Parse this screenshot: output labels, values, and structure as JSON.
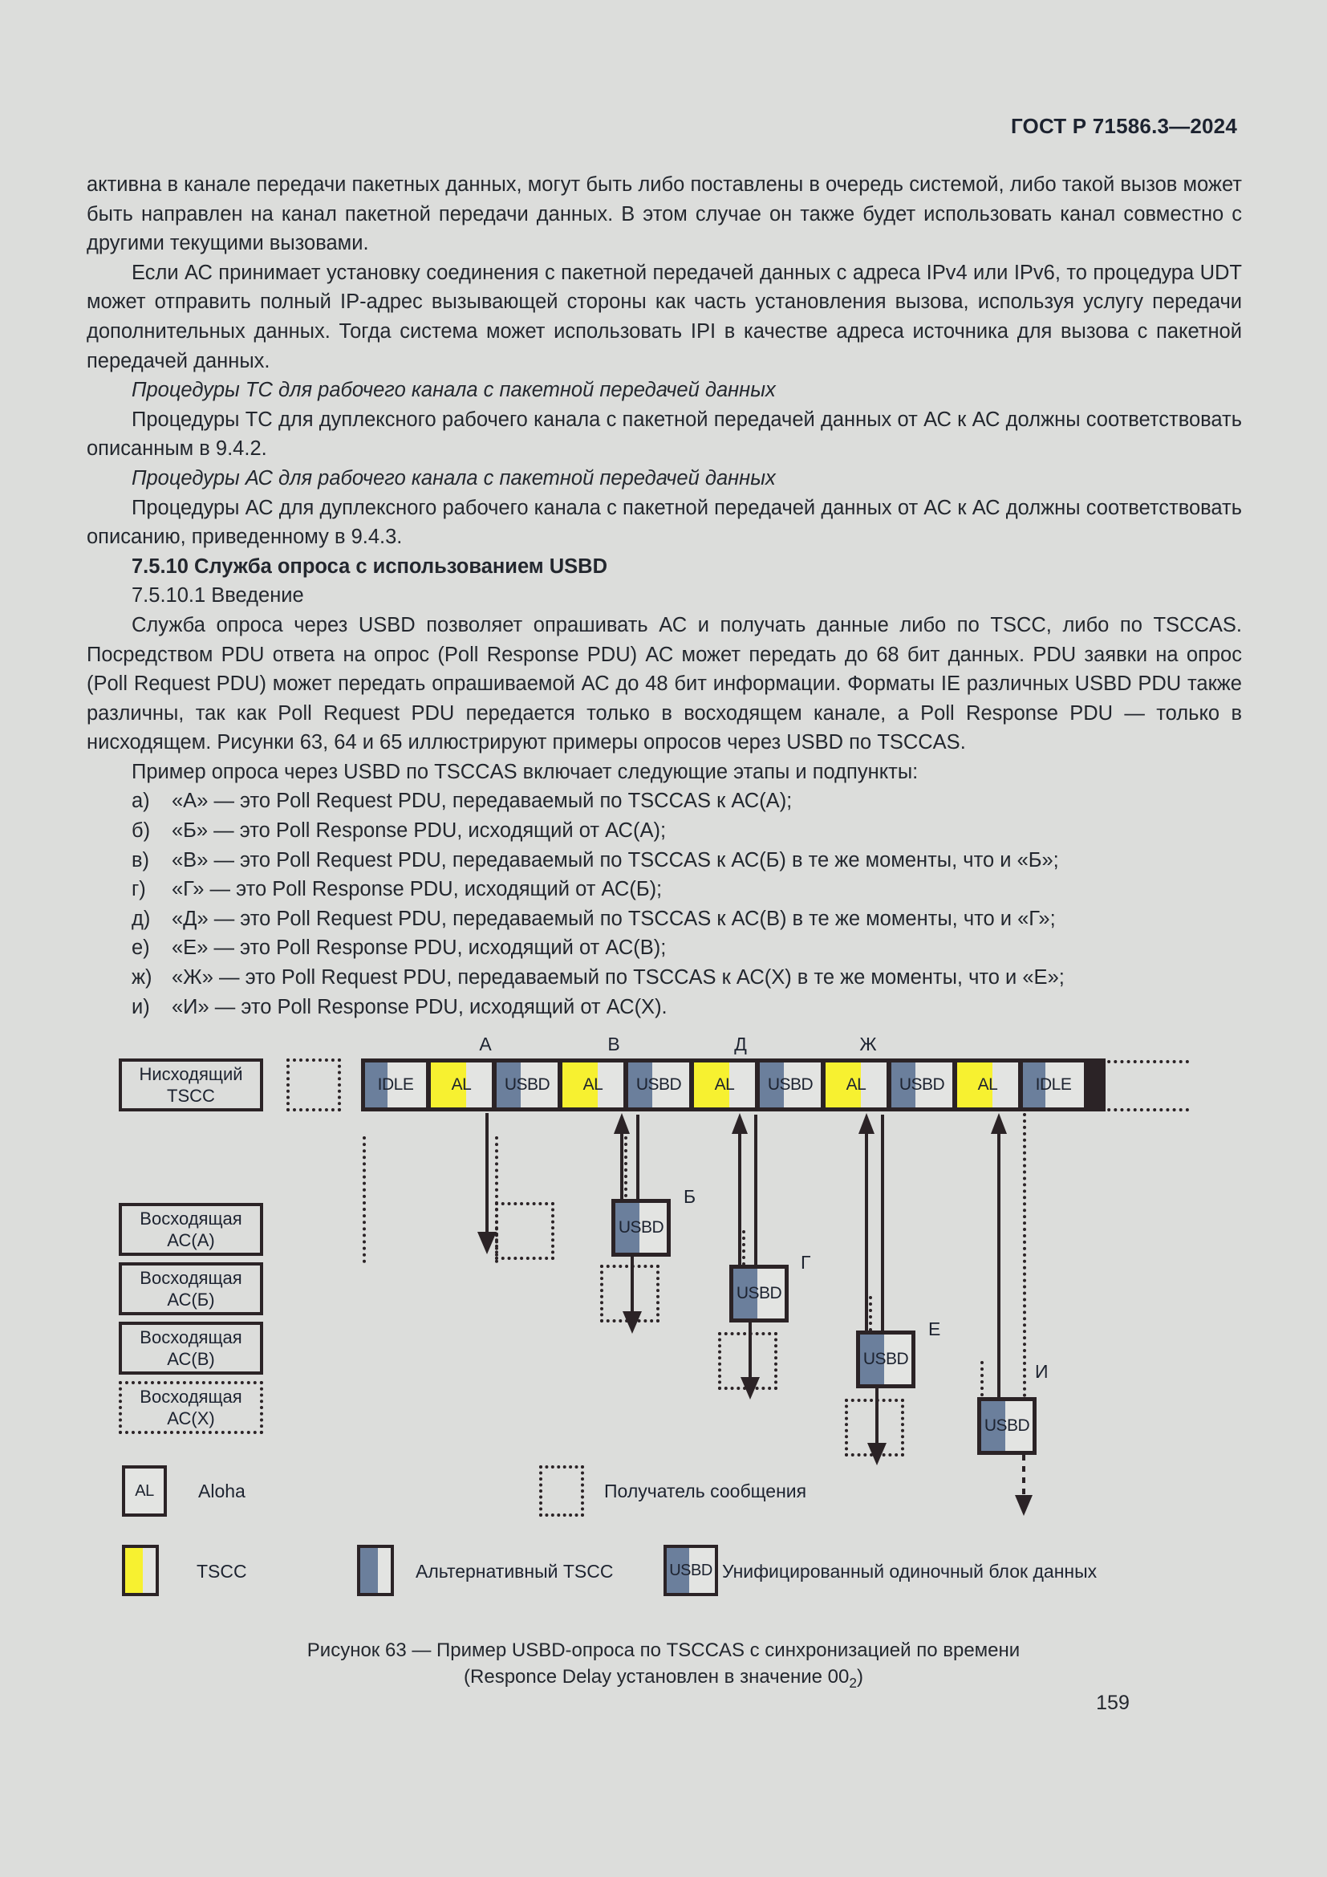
{
  "header": {
    "standard": "ГОСТ Р 71586.3—2024"
  },
  "body": {
    "p1": "активна в канале передачи пакетных данных, могут быть либо поставлены в очередь системой, либо такой вызов может быть направлен на канал пакетной передачи данных. В этом случае он также будет использовать канал совместно с другими текущими вызовами.",
    "p2": "Если АС принимает установку соединения с пакетной передачей данных с адреса IPv4 или IPv6, то процедура UDT может отправить полный IP-адрес вызывающей стороны как часть установления вызова, используя услугу передачи дополнительных данных. Тогда система может использовать IPI в качестве адреса источника для вызова с пакетной передачей данных.",
    "h_tc": "Процедуры ТС для рабочего канала с пакетной передачей данных",
    "p3": "Процедуры ТС для дуплексного рабочего канала с пакетной передачей данных от АС к АС должны соответствовать описанным в 9.4.2.",
    "h_ac": "Процедуры АС для рабочего канала с пакетной передачей данных",
    "p4": "Процедуры АС для дуплексного рабочего канала с пакетной передачей данных от АС к АС должны соответствовать описанию, приведенному в 9.4.3.",
    "h_7510": "7.5.10 Служба опроса с использованием USBD",
    "h_75101": "7.5.10.1 Введение",
    "p5": "Служба опроса через USBD позволяет опрашивать АС и получать данные либо по TSCC, либо по TSCCAS. Посредством PDU ответа на опрос (Poll Response PDU) АС может передать до 68 бит данных. PDU заявки на опрос (Poll Request PDU) может передать опрашиваемой АС до 48 бит информации. Форматы IE различных USBD PDU также различны, так как Poll Request PDU передается только в восходящем канале, а Poll Response PDU — только в нисходящем. Рисунки 63, 64 и 65 иллюстрируют примеры опросов через USBD по TSCCAS.",
    "p6": "Пример опроса через USBD по TSCCAS включает следующие этапы и подпункты:",
    "items": [
      {
        "marker": "а)",
        "text": "«А» — это Poll Request PDU, передаваемый по TSCCAS к АС(А);"
      },
      {
        "marker": "б)",
        "text": "«Б» — это Poll Response PDU, исходящий от АС(А);"
      },
      {
        "marker": "в)",
        "text": "«В» — это Poll Request PDU, передаваемый по TSCCAS к АС(Б) в те же моменты, что и «Б»;"
      },
      {
        "marker": "г)",
        "text": "«Г» — это Poll Response PDU, исходящий от АС(Б);"
      },
      {
        "marker": "д)",
        "text": "«Д» — это Poll Request PDU, передаваемый по TSCCAS к АС(В) в те же моменты, что и «Г»;"
      },
      {
        "marker": "е)",
        "text": "«Е» — это Poll Response PDU, исходящий от АС(В);"
      },
      {
        "marker": "ж)",
        "text": "«Ж» — это Poll Request PDU, передаваемый по TSCCAS к АС(Х) в те же моменты, что и «Е»;"
      },
      {
        "marker": "и)",
        "text": "«И» — это Poll Response PDU, исходящий от АС(Х)."
      }
    ]
  },
  "figure": {
    "row_labels": [
      {
        "line1": "Нисходящий",
        "line2": "TSCC"
      },
      {
        "line1": "Восходящая",
        "line2": "АС(А)"
      },
      {
        "line1": "Восходящая",
        "line2": "АС(Б)"
      },
      {
        "line1": "Восходящая",
        "line2": "АС(В)"
      },
      {
        "line1": "Восходящая",
        "line2": "АС(Х)"
      }
    ],
    "timeline_cells": [
      {
        "label": "IDLE",
        "fill": "blue"
      },
      {
        "label": "AL",
        "fill": "yellow"
      },
      {
        "label": "USBD",
        "fill": "blue"
      },
      {
        "label": "AL",
        "fill": "yellow"
      },
      {
        "label": "USBD",
        "fill": "blue"
      },
      {
        "label": "AL",
        "fill": "yellow"
      },
      {
        "label": "USBD",
        "fill": "blue"
      },
      {
        "label": "AL",
        "fill": "yellow"
      },
      {
        "label": "USBD",
        "fill": "blue"
      },
      {
        "label": "AL",
        "fill": "yellow"
      },
      {
        "label": "IDLE",
        "fill": "blue"
      }
    ],
    "top_markers": [
      "А",
      "В",
      "Д",
      "Ж"
    ],
    "response_blocks": [
      {
        "label": "USBD",
        "step": "Б"
      },
      {
        "label": "USBD",
        "step": "Г"
      },
      {
        "label": "USBD",
        "step": "Е"
      },
      {
        "label": "USBD",
        "step": "И"
      }
    ],
    "legend": [
      {
        "key": "AL",
        "fill": "none",
        "text": "Aloha"
      },
      {
        "key": "",
        "fill": "dashed",
        "text": "Получатель сообщения"
      },
      {
        "key": "",
        "fill": "yellow",
        "text": "TSCC"
      },
      {
        "key": "",
        "fill": "blue",
        "text": "Альтернативный TSCC"
      },
      {
        "key": "USBD",
        "fill": "blue",
        "text": "Унифицированный одиночный блок данных"
      }
    ]
  },
  "caption": {
    "line1": "Рисунок 63 — Пример USBD-опроса по TSCCAS с синхронизацией по времени",
    "line2_a": "(Responce Delay установлен в значение 00",
    "line2_sub": "2",
    "line2_b": ")"
  },
  "page_number": "159",
  "colors": {
    "paper": "#dcdddb",
    "ink": "#2b2326",
    "blue": "#6b7f9c",
    "yellow": "#f7f130"
  },
  "chart_data": {
    "type": "table",
    "title": "Рисунок 63 — Пример USBD-опроса по TSCCAS с синхронизацией по времени",
    "categories": [
      "IDLE",
      "AL",
      "USBD",
      "AL",
      "USBD",
      "AL",
      "USBD",
      "AL",
      "USBD",
      "AL",
      "IDLE"
    ],
    "series": [
      {
        "name": "Нисходящий TSCC",
        "values": [
          "IDLE",
          "AL",
          "USBD(А)",
          "AL",
          "USBD(В)",
          "AL",
          "USBD(Д)",
          "AL",
          "USBD(Ж)",
          "AL",
          "IDLE"
        ]
      },
      {
        "name": "Восходящая АС(А)",
        "values": [
          "",
          "",
          "",
          "",
          "USBD(Б)",
          "",
          "",
          "",
          "",
          "",
          ""
        ]
      },
      {
        "name": "Восходящая АС(Б)",
        "values": [
          "",
          "",
          "",
          "",
          "",
          "",
          "USBD(Г)",
          "",
          "",
          "",
          ""
        ]
      },
      {
        "name": "Восходящая АС(В)",
        "values": [
          "",
          "",
          "",
          "",
          "",
          "",
          "",
          "",
          "USBD(Е)",
          "",
          ""
        ]
      },
      {
        "name": "Восходящая АС(Х)",
        "values": [
          "",
          "",
          "",
          "",
          "",
          "",
          "",
          "",
          "",
          "",
          "USBD(И)"
        ]
      }
    ],
    "legend": [
      "Aloha",
      "Получатель сообщения",
      "TSCC",
      "Альтернативный TSCC",
      "Унифицированный одиночный блок данных"
    ]
  }
}
